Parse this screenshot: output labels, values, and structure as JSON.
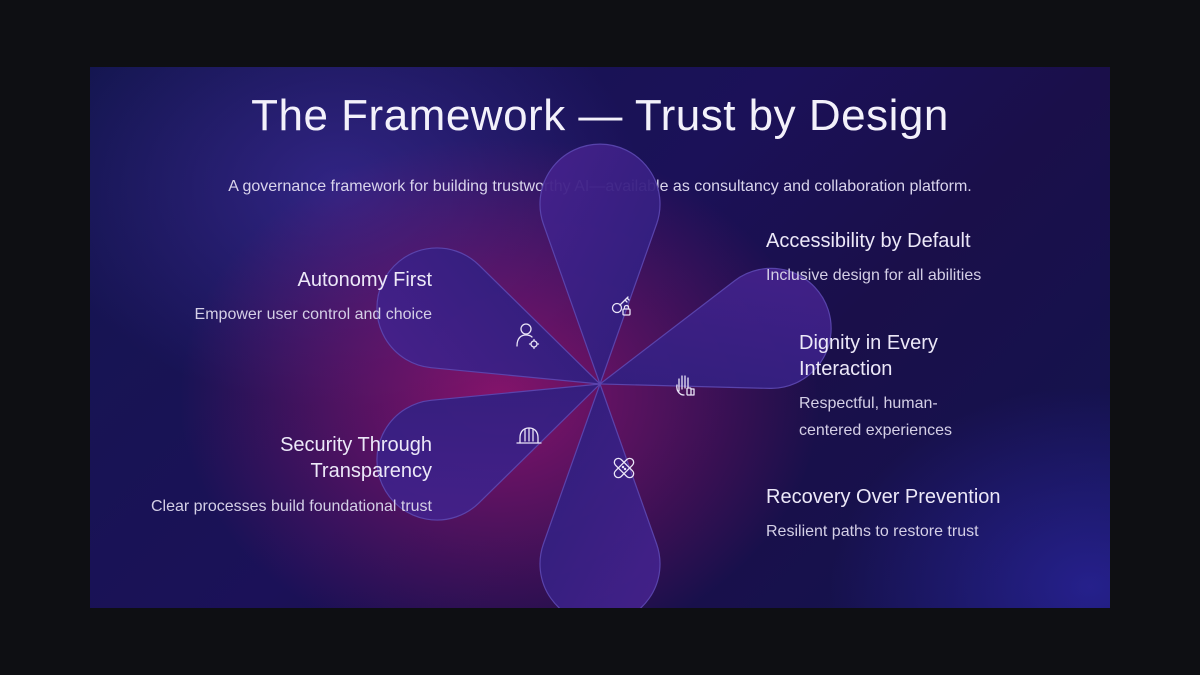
{
  "title": "The Framework — Trust by Design",
  "subtitle": "A governance framework for building trustworthy AI—available as consultancy and collaboration platform.",
  "principles": [
    {
      "heading": "Autonomy First",
      "description": "Empower user control and choice",
      "icon": "user-gear-icon"
    },
    {
      "heading": "Accessibility by Default",
      "description": "Inclusive design for all abilities",
      "icon": "key-lock-icon"
    },
    {
      "heading": "Dignity in Every Interaction",
      "description": "Respectful, human-centered experiences",
      "icon": "hand-thumbs-up-icon"
    },
    {
      "heading": "Security Through Transparency",
      "description": "Clear processes build foundational trust",
      "icon": "helmet-icon"
    },
    {
      "heading": "Recovery Over Prevention",
      "description": "Resilient paths to restore trust",
      "icon": "bandage-icon"
    }
  ],
  "colors": {
    "petal_fill": "#3a1f86",
    "petal_stroke": "#5b46b0",
    "text": "#ece8f8"
  }
}
